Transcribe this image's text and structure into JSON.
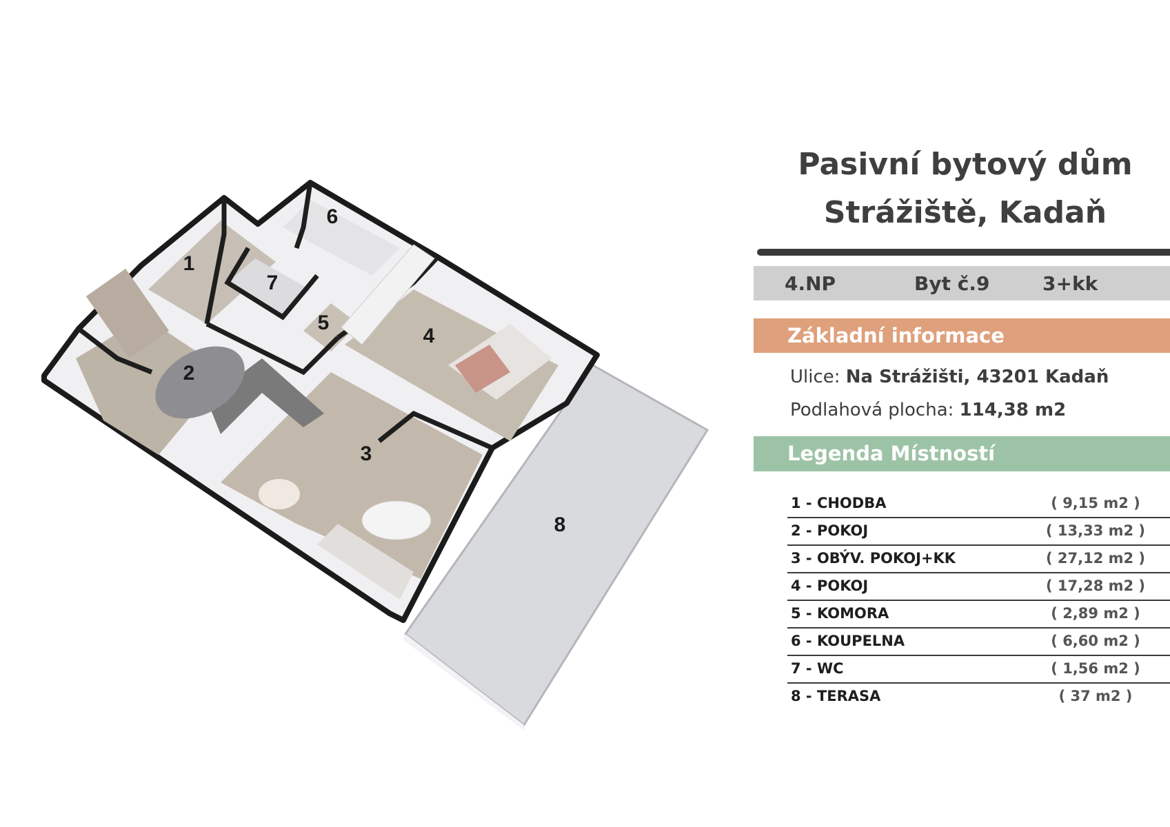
{
  "title": {
    "line1": "Pasivní bytový dům",
    "line2": "Strážiště, Kadaň"
  },
  "summary": {
    "floor": "4.NP",
    "unit": "Byt č.9",
    "layout": "3+kk"
  },
  "basic_info": {
    "heading": "Základní informace",
    "street_label": "Ulice:",
    "street_value": "Na Strážišti, 43201 Kadaň",
    "area_label": "Podlahová plocha:",
    "area_value": "114,38 m2"
  },
  "legend": {
    "heading": "Legenda Místností",
    "rooms": [
      {
        "name": "1 - CHODBA",
        "area": "( 9,15 m2 )"
      },
      {
        "name": "2 - POKOJ",
        "area": "( 13,33 m2 )"
      },
      {
        "name": "3 - OBÝV. POKOJ+KK",
        "area": "( 27,12 m2 )"
      },
      {
        "name": "4 - POKOJ",
        "area": "( 17,28 m2 )"
      },
      {
        "name": "5 - KOMORA",
        "area": "( 2,89 m2 )"
      },
      {
        "name": "6 - KOUPELNA",
        "area": "( 6,60 m2 )"
      },
      {
        "name": "7 - WC",
        "area": "( 1,56 m2 )"
      },
      {
        "name": "8 - TERASA",
        "area": "( 37 m2 )"
      }
    ]
  },
  "plan_labels": [
    "1",
    "2",
    "3",
    "4",
    "5",
    "6",
    "7",
    "8"
  ],
  "colors": {
    "orange": "#dfa07c",
    "green": "#9dc3a6",
    "gray": "#cfcfcf",
    "dark": "#3a3a3a"
  }
}
